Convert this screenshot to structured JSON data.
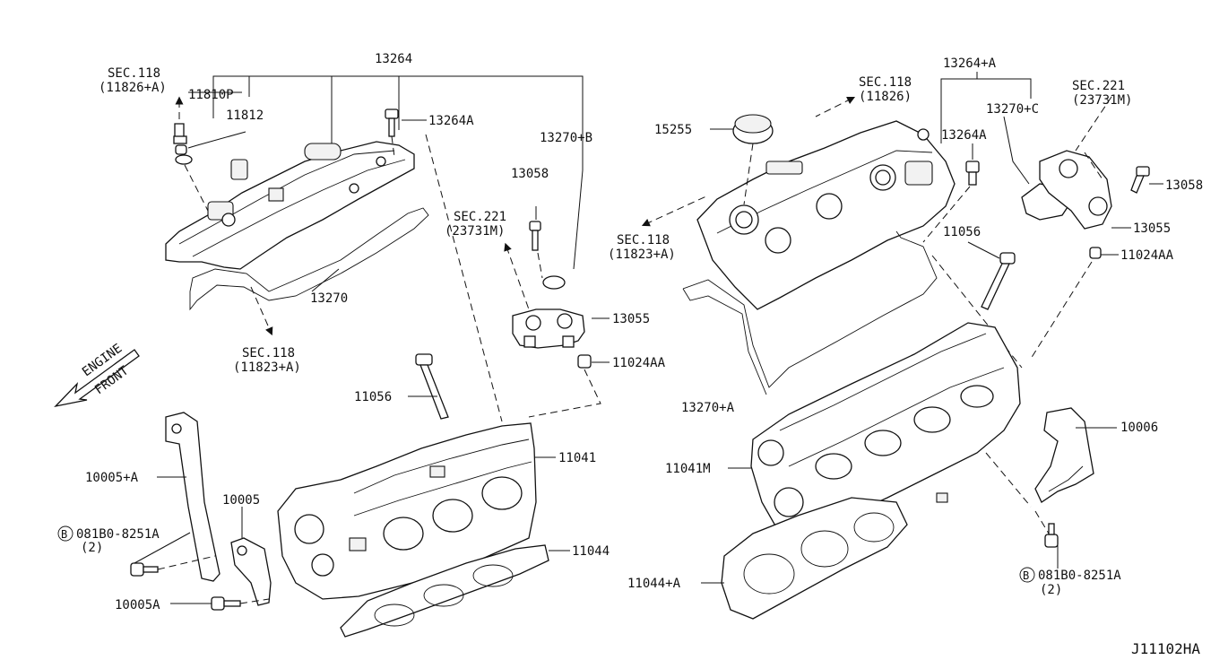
{
  "diagram_id": "J11102HA",
  "orientation": {
    "line1": "ENGINE",
    "line2": "FRONT"
  },
  "left_labels": {
    "sec118_top": "SEC.118",
    "sec118_top_sub": "(11826+A)",
    "p13264": "13264",
    "p11810p": "11810P",
    "p11812": "11812",
    "p13264a": "13264A",
    "p13270b": "13270+B",
    "p13058": "13058",
    "sec221": "SEC.221",
    "sec221_sub": "(23731M)",
    "p13055": "13055",
    "p11024aa": "11024AA",
    "p13270": "13270",
    "sec118_bot": "SEC.118",
    "sec118_bot_sub": "(11823+A)",
    "p11056": "11056",
    "p11041": "11041",
    "p10005a_plus": "10005+A",
    "p10005": "10005",
    "bolt_code": "081B0-8251A",
    "bolt_qty": "(2)",
    "p11044": "11044",
    "p10005a": "10005A",
    "circle_b": "B"
  },
  "right_labels": {
    "p13264a_plus": "13264+A",
    "sec118_top": "SEC.118",
    "sec118_top_sub": "(11826)",
    "p13270c": "13270+C",
    "sec221": "SEC.221",
    "sec221_sub": "(23731M)",
    "p15255": "15255",
    "p13264a": "13264A",
    "p13058": "13058",
    "sec118_mid": "SEC.118",
    "sec118_mid_sub": "(11823+A)",
    "p11056": "11056",
    "p13055": "13055",
    "p11024aa": "11024AA",
    "p13270a": "13270+A",
    "p10006": "10006",
    "p11041m": "11041M",
    "p11044a": "11044+A",
    "bolt_code": "081B0-8251A",
    "bolt_qty": "(2)",
    "circle_b": "B"
  }
}
